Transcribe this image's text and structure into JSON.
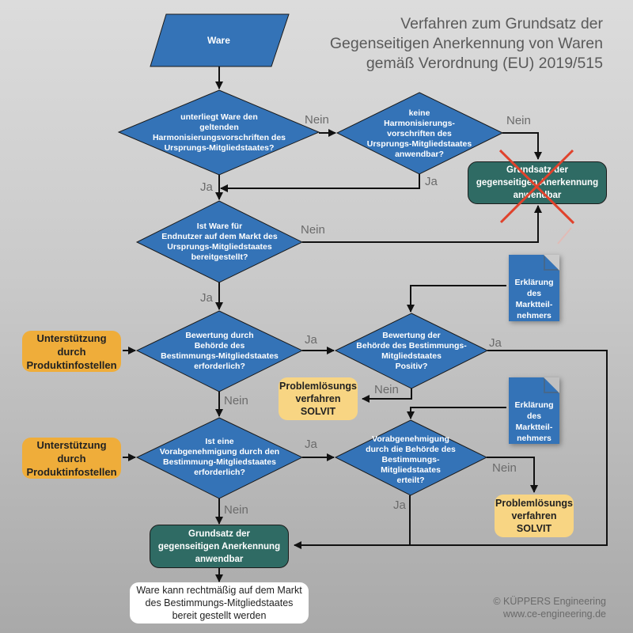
{
  "title": {
    "line1": "Verfahren zum Grundsatz der",
    "line2": "Gegenseitigen Anerkennung von Waren",
    "line3": "gemäß Verordnung (EU) 2019/515"
  },
  "colors": {
    "decision_blue": "#3473b7",
    "teal_box": "#2f6b64",
    "orange_box": "#efad3a",
    "yellow_box": "#f8d583",
    "cross_red": "#e0422c",
    "label_gray": "#6b6b6b"
  },
  "start": {
    "label": "Ware"
  },
  "decisions": [
    {
      "id": "d1",
      "lines": [
        "unterliegt Ware den",
        "geltenden",
        "Harmonisierungsvorschriften des",
        "Ursprungs-Mitgliedstaates?"
      ]
    },
    {
      "id": "d2",
      "lines": [
        "keine",
        "Harmonisierungs-",
        "vorschriften des",
        "Ursprungs-Mitgliedstaates",
        "anwendbar?"
      ]
    },
    {
      "id": "d3",
      "lines": [
        "Ist Ware für",
        "Endnutzer auf dem Markt des",
        "Ursprungs-Mitgliedstaates",
        "bereitgestellt?"
      ]
    },
    {
      "id": "d4",
      "lines": [
        "Bewertung durch",
        "Behörde des",
        "Bestimmungs-Mitgliedstaates",
        "erforderlich?"
      ]
    },
    {
      "id": "d5",
      "lines": [
        "Bewertung der",
        "Behörde des Bestimmungs-",
        "Mitgliedstaates",
        "Positiv?"
      ]
    },
    {
      "id": "d6",
      "lines": [
        "Ist eine",
        "Vorabgenehmigung durch den",
        "Bestimmung-Mitgliedstaates",
        "erforderlich?"
      ]
    },
    {
      "id": "d7",
      "lines": [
        "Vorabgenehmigung",
        "durch die Behörde des",
        "Bestimmungs-",
        "Mitgliedstaates",
        "erteilt?"
      ]
    }
  ],
  "edge_labels": {
    "d1_no": "Nein",
    "d1_yes": "Ja",
    "d2_no": "Nein",
    "d2_yes": "Ja",
    "d3_no": "Nein",
    "d3_yes": "Ja",
    "d4_yes": "Ja",
    "d4_no": "Nein",
    "d5_yes": "Ja",
    "d5_no": "Nein",
    "d6_yes": "Ja",
    "d6_no": "Nein",
    "d7_no": "Nein",
    "d7_yes": "Ja"
  },
  "boxes": {
    "principle_crossed": {
      "lines": [
        "Grundsatz der",
        "gegenseitigen Anerkennung",
        "anwendbar"
      ],
      "crossed_out": true
    },
    "support_1": {
      "lines": [
        "Unterstützung",
        "durch",
        "Produktinfostellen"
      ]
    },
    "support_2": {
      "lines": [
        "Unterstützung",
        "durch",
        "Produktinfostellen"
      ]
    },
    "solvit_1": {
      "lines": [
        "Problemlösungs",
        "verfahren",
        "SOLVIT"
      ]
    },
    "solvit_2": {
      "lines": [
        "Problemlösungs",
        "verfahren",
        "SOLVIT"
      ]
    },
    "principle_final": {
      "lines": [
        "Grundsatz der",
        "gegenseitigen Anerkennung",
        "anwendbar"
      ]
    },
    "result": {
      "lines": [
        "Ware kann rechtmäßig auf dem Markt",
        "des Bestimmungs-Mitgliedstaates",
        "bereit gestellt werden"
      ]
    }
  },
  "documents": [
    {
      "lines": [
        "Erklärung",
        "des",
        "Marktteil-",
        "nehmers"
      ]
    },
    {
      "lines": [
        "Erklärung",
        "des",
        "Marktteil-",
        "nehmers"
      ]
    }
  ],
  "footer": {
    "copyright": "© KÜPPERS Engineering",
    "website": "www.ce-engineering.de"
  }
}
